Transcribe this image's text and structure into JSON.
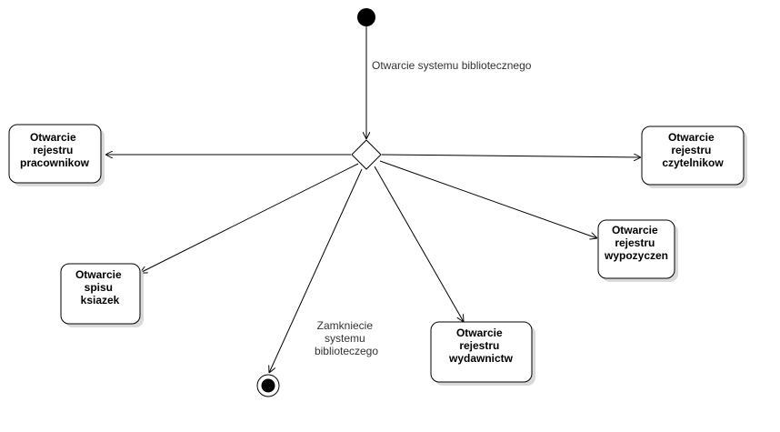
{
  "diagram": {
    "initial_transition_label": "Otwarcie systemu bibliotecznego",
    "final_transition_label": [
      "Zamkniecie",
      "systemu",
      "biblioteczego"
    ],
    "activities": {
      "pracownikow": [
        "Otwarcie",
        "rejestru",
        "pracownikow"
      ],
      "czytelnikow": [
        "Otwarcie",
        "rejestru",
        "czytelnikow"
      ],
      "wypozyczen": [
        "Otwarcie",
        "rejestru",
        "wypozyczen"
      ],
      "ksiazek": [
        "Otwarcie",
        "spisu",
        "ksiazek"
      ],
      "wydawnictw": [
        "Otwarcie",
        "rejestru",
        "wydawnictw"
      ]
    },
    "colors": {
      "stroke": "#000000",
      "shadow": "#d9d9d9",
      "node_fill": "#ffffff",
      "label_text": "#333333"
    }
  }
}
